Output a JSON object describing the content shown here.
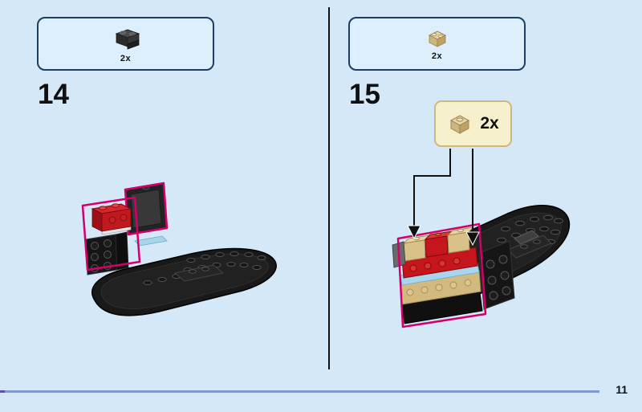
{
  "page": {
    "number": "11"
  },
  "steps": [
    {
      "number": "14",
      "parts": [
        {
          "piece": "dark-gray-bracket-plate",
          "count": "2x",
          "color": "#4a4a4a"
        }
      ]
    },
    {
      "number": "15",
      "parts": [
        {
          "piece": "tan-brick",
          "count": "2x",
          "color": "#d8c288"
        }
      ],
      "callout": {
        "piece": "tan-brick",
        "count": "2x"
      }
    }
  ],
  "colors": {
    "background": "#d4e8f7",
    "parts_box_fill": "#ddeffc",
    "parts_box_border": "#1d3e61",
    "highlight_outline": "#d4006a",
    "callout_fill": "#f7f0cd",
    "callout_border": "#cdb87e",
    "footer_line": "#7e9ace",
    "brick_red": "#c6151c",
    "brick_tan": "#d8c288",
    "brick_light_blue": "#a7d6ec",
    "brick_black": "#161616"
  }
}
